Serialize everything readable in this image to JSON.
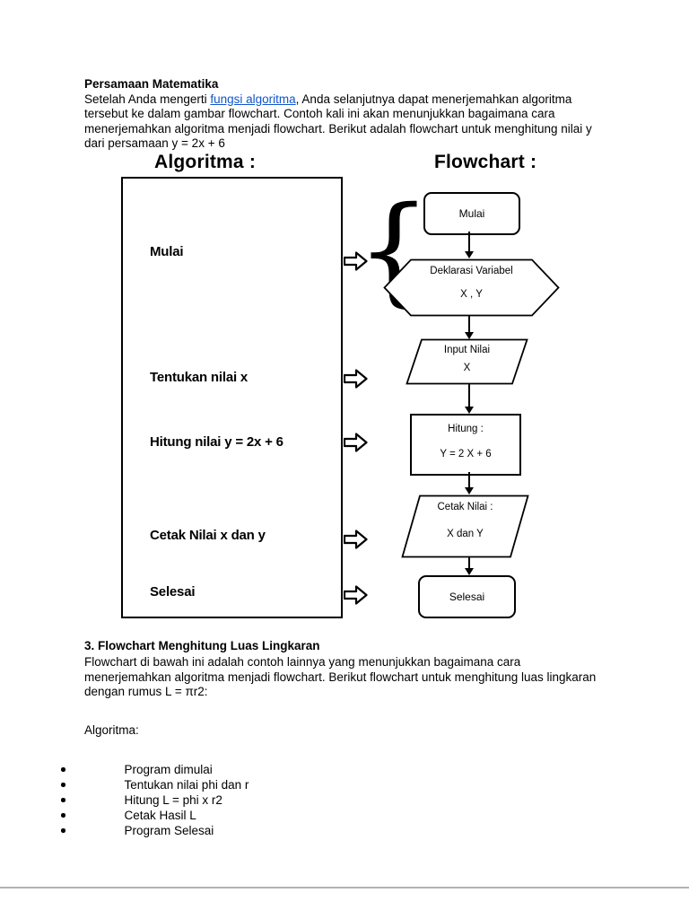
{
  "doc": {
    "intro": {
      "title": "Persamaan Matematika",
      "p_before": "Setelah Anda mengerti ",
      "p_link": "fungsi algoritma",
      "p_after": ", Anda selanjutnya dapat menerjemahkan algoritma tersebut ke dalam gambar flowchart. Contoh kali ini akan menunjukkan bagaimana cara menerjemahkan algoritma menjadi flowchart. Berikut adalah flowchart untuk menghitung nilai y dari persamaan y = 2x + 6"
    },
    "diagram": {
      "algoritma_heading": "Algoritma :",
      "flowchart_heading": "Flowchart :",
      "steps": [
        "Mulai",
        "Tentukan nilai x",
        "Hitung nilai y = 2x + 6",
        "Cetak Nilai x dan y",
        "Selesai"
      ],
      "brace_glyph": "{",
      "nodes": {
        "start": "Mulai",
        "declare_l1": "Deklarasi Variabel",
        "declare_l2": "X , Y",
        "input_l1": "Input Nilai",
        "input_l2": "X",
        "process_l1": "Hitung :",
        "process_l2": "Y = 2 X + 6",
        "output_l1": "Cetak Nilai :",
        "output_l2": "X dan Y",
        "end": "Selesai"
      }
    },
    "section3": {
      "title": "3. Flowchart Menghitung Luas Lingkaran",
      "paragraph": "Flowchart di bawah ini adalah contoh lainnya yang menunjukkan bagaimana cara menerjemahkan algoritma menjadi flowchart. Berikut flowchart untuk menghitung luas lingkaran dengan rumus L = πr2:",
      "algoritma_label": "Algoritma:",
      "bullets": [
        "Program dimulai",
        "Tentukan nilai phi dan r",
        "Hitung L = phi x r2",
        "Cetak Hasil L",
        "Program Selesai"
      ]
    },
    "colors": {
      "link_blue": "#1155cc"
    }
  }
}
